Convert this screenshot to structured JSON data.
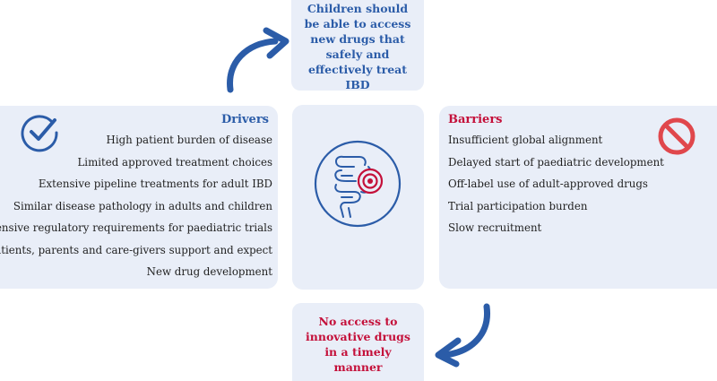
{
  "top_box": {
    "text": "Children should be able to access new drugs that safely and effectively treat IBD"
  },
  "drivers": {
    "title": "Drivers",
    "items": [
      "High patient burden of disease",
      "Limited approved treatment choices",
      "Extensive pipeline treatments for adult IBD",
      "Similar disease pathology in adults and children",
      "Extensive regulatory requirements for paediatric trials",
      "Patients, parents and care-givers support and expect",
      "New drug development"
    ]
  },
  "barriers": {
    "title": "Barriers",
    "items": [
      "Insufficient global alignment",
      "Delayed start of paediatric development",
      "Off-label use of adult-approved drugs",
      "Trial participation burden",
      "Slow recruitment"
    ]
  },
  "bottom_box": {
    "text": "No access to innovative drugs in a timely manner"
  },
  "colors": {
    "box_fill": "#e9eef8",
    "blue": "#2b5ca8",
    "red": "#c4103a",
    "prohibit_red": "#e0474c"
  },
  "icons": {
    "drivers": "checkmark-circle-icon",
    "barriers": "prohibited-sign-icon",
    "center": "intestine-target-icon",
    "top_arrow": "curved-arrow-up-icon",
    "bottom_arrow": "curved-arrow-down-icon"
  }
}
